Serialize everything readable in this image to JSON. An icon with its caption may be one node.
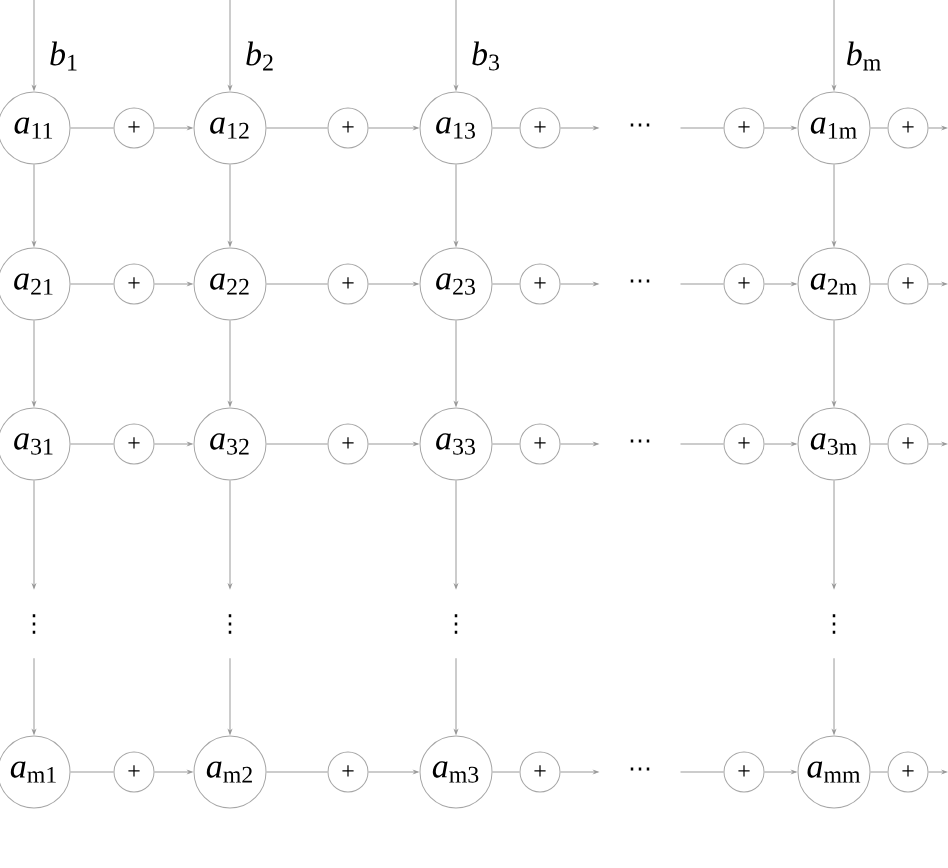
{
  "diagram": {
    "nodes": [
      {
        "text": [
          "*a*$_{11}$"
        ]
      },
      {
        "text": [
          "+"
        ]
      },
      {
        "text": [
          "*a*$_{12}$"
        ]
      },
      {
        "text": [
          "+"
        ]
      },
      {
        "text": [
          "*a*$_{13}$"
        ]
      },
      {
        "text": [
          "+"
        ]
      },
      {
        "text": [
          "+"
        ]
      },
      {
        "text": [
          "*a*$_{1m}$"
        ]
      },
      {
        "text": [
          "+"
        ]
      },
      {
        "text": [
          "*a*$_{21}$"
        ]
      },
      {
        "text": [
          "+"
        ]
      },
      {
        "text": [
          "*a*$_{22}$"
        ]
      },
      {
        "text": [
          "+"
        ]
      },
      {
        "text": [
          "*a*$_{23}$"
        ]
      },
      {
        "text": [
          "+"
        ]
      },
      {
        "text": [
          "+"
        ]
      },
      {
        "text": [
          "*a*$_{2m}$"
        ]
      },
      {
        "text": [
          "+"
        ]
      },
      {
        "text": [
          "*a*$_{31}$"
        ]
      },
      {
        "text": [
          "+"
        ]
      },
      {
        "text": [
          "*a*$_{32}$"
        ]
      },
      {
        "text": [
          "+"
        ]
      },
      {
        "text": [
          "*a*$_{33}$"
        ]
      },
      {
        "text": [
          "+"
        ]
      },
      {
        "text": [
          "+"
        ]
      },
      {
        "text": [
          "*a*$_{3m}$"
        ]
      },
      {
        "text": [
          "+"
        ]
      },
      {
        "text": [
          "*a*$_{m1}$"
        ]
      },
      {
        "text": [
          "+"
        ]
      },
      {
        "text": [
          "*a*$_{m2}$"
        ]
      },
      {
        "text": [
          "+"
        ]
      },
      {
        "text": [
          "*a*$_{m3}$"
        ]
      },
      {
        "text": [
          "+"
        ]
      },
      {
        "text": [
          "+"
        ]
      },
      {
        "text": [
          "*a*$_{mm}$"
        ]
      },
      {
        "text": [
          "+"
        ]
      },
      {
        "text": [
          "⋯"
        ]
      },
      {
        "text": [
          "⋯"
        ]
      },
      {
        "text": [
          "⋯"
        ]
      },
      {
        "text": [
          "⋮"
        ]
      },
      {
        "text": [
          "⋮"
        ]
      },
      {
        "text": [
          "⋮"
        ]
      },
      {
        "text": [
          "⋮"
        ]
      },
      {
        "text": [
          "⋯"
        ]
      }
    ],
    "edges": [
      {
        "from": 0,
        "to": 1,
        "arrow": "none"
      },
      {
        "from": 1,
        "to": 2,
        "arrow": "to"
      },
      {
        "from": 2,
        "to": 3,
        "arrow": "none"
      },
      {
        "from": 3,
        "to": 4,
        "arrow": "to"
      },
      {
        "from": 4,
        "to": 5,
        "arrow": "none"
      },
      {
        "from": 5,
        "to": 36,
        "arrow": "to"
      },
      {
        "from": 36,
        "to": 6,
        "arrow": "none"
      },
      {
        "from": 6,
        "to": 7,
        "arrow": "to"
      },
      {
        "from": 7,
        "to": 8,
        "arrow": "none"
      },
      {
        "from": 8,
        "to": null,
        "arrow": "to"
      },
      {
        "from": 9,
        "to": 10,
        "arrow": "none"
      },
      {
        "from": 10,
        "to": 11,
        "arrow": "to"
      },
      {
        "from": 11,
        "to": 12,
        "arrow": "none"
      },
      {
        "from": 12,
        "to": 13,
        "arrow": "to"
      },
      {
        "from": 13,
        "to": 14,
        "arrow": "none"
      },
      {
        "from": 14,
        "to": 37,
        "arrow": "to"
      },
      {
        "from": 37,
        "to": 15,
        "arrow": "none"
      },
      {
        "from": 15,
        "to": 16,
        "arrow": "to"
      },
      {
        "from": 16,
        "to": 17,
        "arrow": "none"
      },
      {
        "from": 17,
        "to": null,
        "arrow": "to"
      },
      {
        "from": 18,
        "to": 19,
        "arrow": "none"
      },
      {
        "from": 19,
        "to": 20,
        "arrow": "to"
      },
      {
        "from": 20,
        "to": 21,
        "arrow": "none"
      },
      {
        "from": 21,
        "to": 22,
        "arrow": "to"
      },
      {
        "from": 22,
        "to": 23,
        "arrow": "none"
      },
      {
        "from": 23,
        "to": 38,
        "arrow": "to"
      },
      {
        "from": 38,
        "to": 24,
        "arrow": "none"
      },
      {
        "from": 24,
        "to": 25,
        "arrow": "to"
      },
      {
        "from": 25,
        "to": 26,
        "arrow": "none"
      },
      {
        "from": 26,
        "to": null,
        "arrow": "to"
      },
      {
        "from": 27,
        "to": 28,
        "arrow": "none"
      },
      {
        "from": 28,
        "to": 29,
        "arrow": "to"
      },
      {
        "from": 29,
        "to": 30,
        "arrow": "none"
      },
      {
        "from": 30,
        "to": 31,
        "arrow": "to"
      },
      {
        "from": 31,
        "to": 32,
        "arrow": "none"
      },
      {
        "from": 32,
        "to": 43,
        "arrow": "to"
      },
      {
        "from": 43,
        "to": 33,
        "arrow": "none"
      },
      {
        "from": 33,
        "to": 34,
        "arrow": "to"
      },
      {
        "from": 34,
        "to": 35,
        "arrow": "none"
      },
      {
        "from": 35,
        "to": null,
        "arrow": "to"
      },
      {
        "from": null,
        "to": 0,
        "arrow": "to",
        "label": "*b*$_{1}$"
      },
      {
        "from": 0,
        "to": 9,
        "arrow": "to"
      },
      {
        "from": 9,
        "to": 18,
        "arrow": "to"
      },
      {
        "from": 18,
        "to": 39,
        "arrow": "to"
      },
      {
        "from": 39,
        "to": 27,
        "arrow": "to"
      },
      {
        "from": null,
        "to": 2,
        "arrow": "to",
        "label": "*b*$_{2}$"
      },
      {
        "from": 2,
        "to": 11,
        "arrow": "to"
      },
      {
        "from": 11,
        "to": 20,
        "arrow": "to"
      },
      {
        "from": 20,
        "to": 40,
        "arrow": "to"
      },
      {
        "from": 40,
        "to": 29,
        "arrow": "to"
      },
      {
        "from": null,
        "to": 4,
        "arrow": "to",
        "label": "*b*$_{3}$"
      },
      {
        "from": 4,
        "to": 13,
        "arrow": "to"
      },
      {
        "from": 13,
        "to": 22,
        "arrow": "to"
      },
      {
        "from": 22,
        "to": 41,
        "arrow": "to"
      },
      {
        "from": 41,
        "to": 31,
        "arrow": "to"
      },
      {
        "from": null,
        "to": 7,
        "arrow": "to",
        "label": "*b*$_{m}$"
      },
      {
        "from": 7,
        "to": 16,
        "arrow": "to"
      },
      {
        "from": 16,
        "to": 25,
        "arrow": "to"
      },
      {
        "from": 25,
        "to": 42,
        "arrow": "to"
      },
      {
        "from": 42,
        "to": 34,
        "arrow": "to"
      }
    ]
  }
}
